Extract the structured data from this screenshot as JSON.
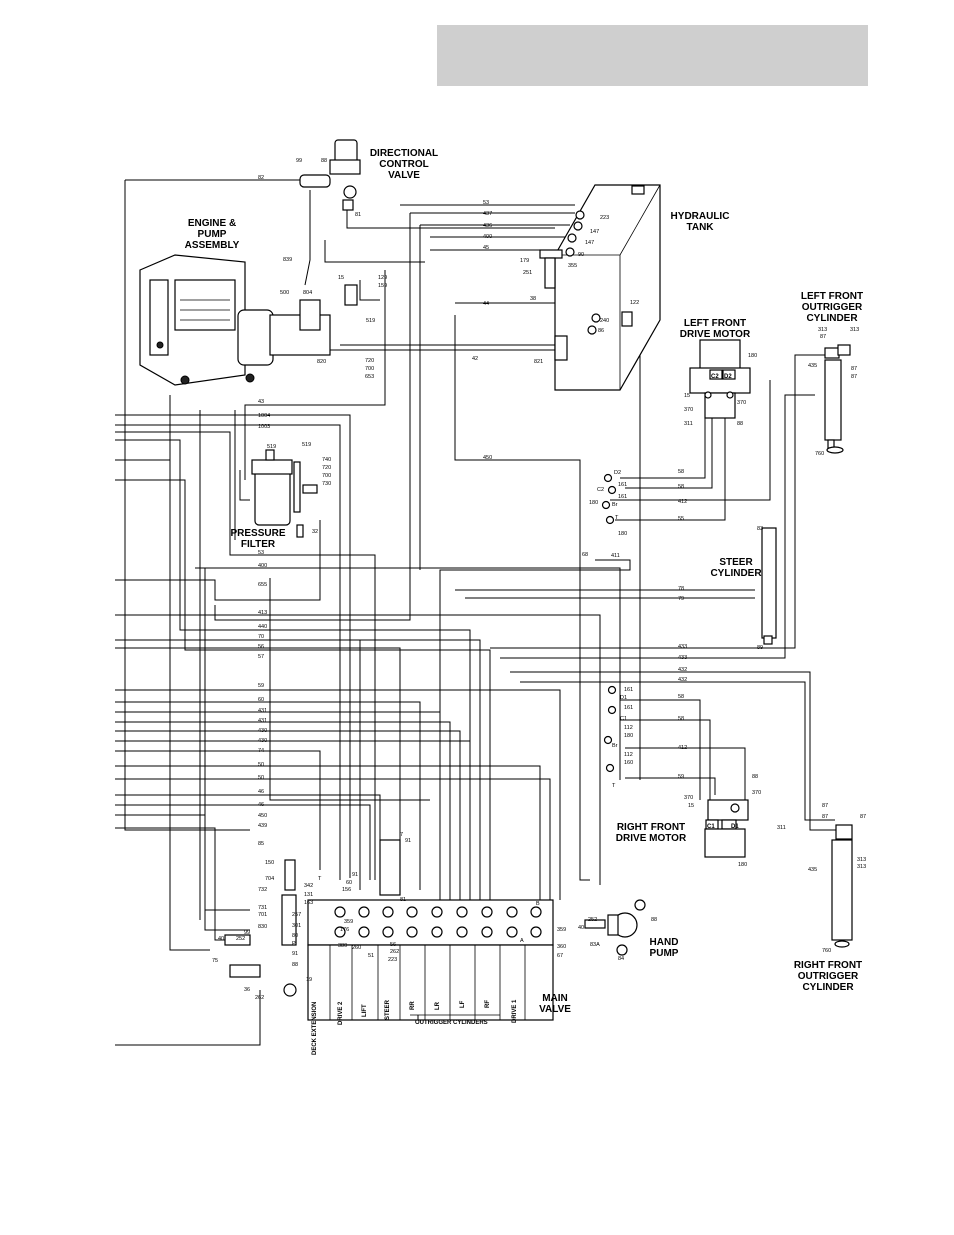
{
  "titles": {
    "directional_control_valve": [
      "DIRECTIONAL",
      "CONTROL",
      "VALVE"
    ],
    "engine_pump": [
      "ENGINE &",
      "PUMP",
      "ASSEMBLY"
    ],
    "hydraulic_tank": [
      "HYDRAULIC",
      "TANK"
    ],
    "left_front_outrigger": [
      "LEFT FRONT",
      "OUTRIGGER",
      "CYLINDER"
    ],
    "left_front_drive_motor": [
      "LEFT FRONT",
      "DRIVE MOTOR"
    ],
    "pressure_filter": [
      "PRESSURE",
      "FILTER"
    ],
    "steer_cylinder": [
      "STEER",
      "CYLINDER"
    ],
    "right_front_drive_motor": [
      "RIGHT FRONT",
      "DRIVE MOTOR"
    ],
    "hand_pump": [
      "HAND",
      "PUMP"
    ],
    "main_valve": [
      "MAIN",
      "VALVE"
    ],
    "right_front_outrigger": [
      "RIGHT FRONT",
      "OUTRIGGER",
      "CYLINDER"
    ]
  },
  "main_valve_sections": [
    "DECK EXTENSION",
    "DRIVE 2",
    "LIFT",
    "STEER",
    "RR",
    "LR",
    "LF",
    "RF",
    "DRIVE 1"
  ],
  "outrigger_group_label": "OUTRIGGER CYLINDERS",
  "motor_ports": {
    "left": {
      "c2": "C2",
      "d2": "D2"
    },
    "right": {
      "c1": "C1",
      "d1": "D1"
    }
  },
  "hose_labels_left_bus": [
    "43",
    "1004",
    "1003",
    "53",
    "400",
    "655",
    "413",
    "440",
    "70",
    "56",
    "57",
    "59",
    "60",
    "431",
    "431",
    "430",
    "430",
    "74",
    "50",
    "50",
    "46",
    "46",
    "450",
    "439",
    "85"
  ],
  "hose_labels_top": [
    "82",
    "53",
    "437",
    "436",
    "400",
    "45",
    "44",
    "42",
    "450",
    "839"
  ],
  "hose_labels_right": [
    "58",
    "58",
    "412",
    "55",
    "411",
    "78",
    "79",
    "433",
    "433",
    "432",
    "432",
    "58",
    "58",
    "412",
    "59"
  ],
  "part_callouts": {
    "dcv": [
      "99",
      "88",
      "81"
    ],
    "tank": [
      "223",
      "147",
      "147",
      "90",
      "179",
      "355",
      "251",
      "38",
      "240",
      "86",
      "122",
      "821"
    ],
    "engine": [
      "15",
      "129",
      "159",
      "500",
      "804",
      "519",
      "720",
      "700",
      "653",
      "820"
    ],
    "filter": [
      "519",
      "519",
      "740",
      "720",
      "700",
      "730",
      "32"
    ],
    "lf_motor": [
      "180",
      "15",
      "370",
      "370",
      "311",
      "88"
    ],
    "lf_outrigger": [
      "313",
      "87",
      "313",
      "435",
      "87",
      "87",
      "760"
    ],
    "steer": [
      "83",
      "89",
      "68"
    ],
    "rf_block": [
      "D2",
      "161",
      "C2",
      "161",
      "180",
      "Br",
      "T",
      "180",
      "161",
      "D1",
      "161",
      "C1",
      "112",
      "180",
      "Br",
      "112",
      "160",
      "T"
    ],
    "rf_motor": [
      "88",
      "370",
      "15",
      "370",
      "311",
      "180"
    ],
    "rf_outrigger": [
      "87",
      "87",
      "87",
      "313",
      "313",
      "435",
      "760"
    ],
    "hand_pump": [
      "252",
      "40",
      "83A",
      "84",
      "88"
    ],
    "main_valve": [
      "150",
      "704",
      "732",
      "731",
      "701",
      "830",
      "342",
      "131",
      "163",
      "257",
      "301",
      "80",
      "P",
      "91",
      "88",
      "T",
      "7",
      "91",
      "91",
      "60",
      "156",
      "359",
      "176",
      "380",
      "260",
      "51",
      "56",
      "262",
      "223",
      "359",
      "360",
      "67",
      "81",
      "B",
      "A"
    ],
    "lower_left": [
      "40",
      "252",
      "99",
      "75",
      "36",
      "262",
      "19"
    ]
  }
}
